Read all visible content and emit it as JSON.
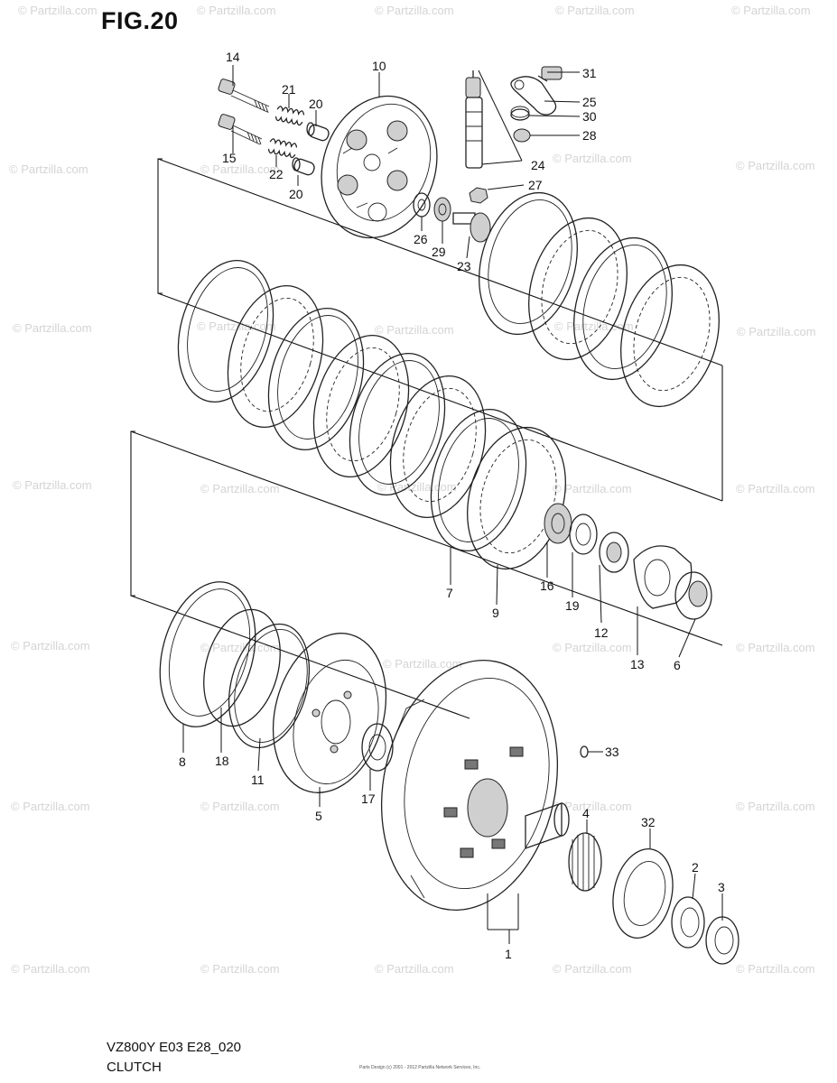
{
  "figure": {
    "title": "FIG.20",
    "model_code": "VZ800Y E03 E28_020",
    "section_name": "CLUTCH",
    "copyright": "Parts Design (c) 2001 - 2012 Partzilla Network Services, Inc."
  },
  "watermark": {
    "text": "© Partzilla.com"
  },
  "callouts": [
    {
      "id": "c14",
      "label": "14"
    },
    {
      "id": "c21",
      "label": "21"
    },
    {
      "id": "c20a",
      "label": "20"
    },
    {
      "id": "c10",
      "label": "10"
    },
    {
      "id": "c31",
      "label": "31"
    },
    {
      "id": "c25",
      "label": "25"
    },
    {
      "id": "c30",
      "label": "30"
    },
    {
      "id": "c28",
      "label": "28"
    },
    {
      "id": "c15",
      "label": "15"
    },
    {
      "id": "c22",
      "label": "22"
    },
    {
      "id": "c20b",
      "label": "20"
    },
    {
      "id": "c24",
      "label": "24"
    },
    {
      "id": "c27",
      "label": "27"
    },
    {
      "id": "c26",
      "label": "26"
    },
    {
      "id": "c29",
      "label": "29"
    },
    {
      "id": "c23",
      "label": "23"
    },
    {
      "id": "c7",
      "label": "7"
    },
    {
      "id": "c9",
      "label": "9"
    },
    {
      "id": "c16",
      "label": "16"
    },
    {
      "id": "c19",
      "label": "19"
    },
    {
      "id": "c12",
      "label": "12"
    },
    {
      "id": "c13",
      "label": "13"
    },
    {
      "id": "c6",
      "label": "6"
    },
    {
      "id": "c8",
      "label": "8"
    },
    {
      "id": "c18",
      "label": "18"
    },
    {
      "id": "c11",
      "label": "11"
    },
    {
      "id": "c17",
      "label": "17"
    },
    {
      "id": "c5",
      "label": "5"
    },
    {
      "id": "c33",
      "label": "33"
    },
    {
      "id": "c4",
      "label": "4"
    },
    {
      "id": "c32",
      "label": "32"
    },
    {
      "id": "c2",
      "label": "2"
    },
    {
      "id": "c3",
      "label": "3"
    },
    {
      "id": "c1",
      "label": "1"
    }
  ]
}
